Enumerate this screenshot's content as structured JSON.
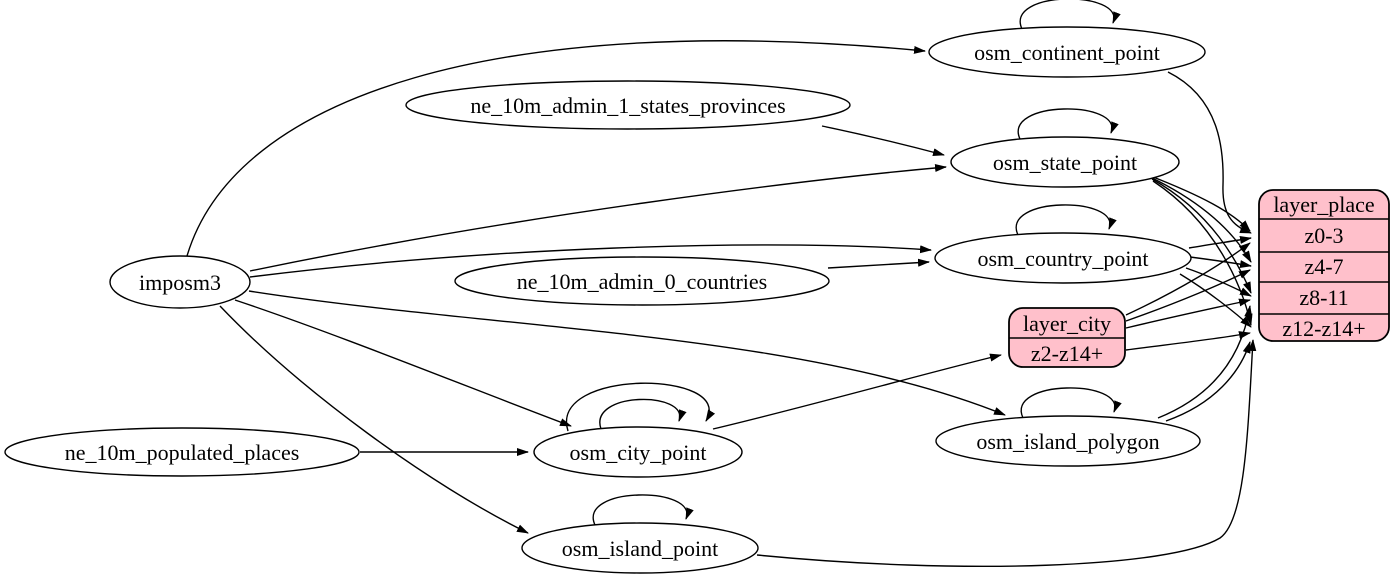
{
  "colors": {
    "background": "#ffffff",
    "node_fill": "#ffffff",
    "record_fill": "#ffc0cb",
    "stroke": "#000000"
  },
  "nodes": {
    "imposm3": {
      "label": "imposm3"
    },
    "ne_10m_admin_1_states_provinces": {
      "label": "ne_10m_admin_1_states_provinces"
    },
    "ne_10m_admin_0_countries": {
      "label": "ne_10m_admin_0_countries"
    },
    "ne_10m_populated_places": {
      "label": "ne_10m_populated_places"
    },
    "osm_continent_point": {
      "label": "osm_continent_point"
    },
    "osm_state_point": {
      "label": "osm_state_point"
    },
    "osm_country_point": {
      "label": "osm_country_point"
    },
    "osm_city_point": {
      "label": "osm_city_point"
    },
    "osm_island_polygon": {
      "label": "osm_island_polygon"
    },
    "osm_island_point": {
      "label": "osm_island_point"
    }
  },
  "records": {
    "layer_place": {
      "title": "layer_place",
      "rows": [
        "z0-3",
        "z4-7",
        "z8-11",
        "z12-z14+"
      ]
    },
    "layer_city": {
      "title": "layer_city",
      "rows": [
        "z2-z14+"
      ]
    }
  },
  "edges": [
    {
      "from": "imposm3",
      "to": "osm_continent_point"
    },
    {
      "from": "imposm3",
      "to": "osm_state_point"
    },
    {
      "from": "imposm3",
      "to": "osm_country_point"
    },
    {
      "from": "imposm3",
      "to": "osm_city_point"
    },
    {
      "from": "imposm3",
      "to": "osm_island_polygon"
    },
    {
      "from": "imposm3",
      "to": "osm_island_point"
    },
    {
      "from": "ne_10m_admin_1_states_provinces",
      "to": "osm_state_point"
    },
    {
      "from": "ne_10m_admin_0_countries",
      "to": "osm_country_point"
    },
    {
      "from": "ne_10m_populated_places",
      "to": "osm_city_point"
    },
    {
      "from": "osm_continent_point",
      "to": "osm_continent_point"
    },
    {
      "from": "osm_state_point",
      "to": "osm_state_point"
    },
    {
      "from": "osm_country_point",
      "to": "osm_country_point"
    },
    {
      "from": "osm_city_point",
      "to": "osm_city_point"
    },
    {
      "from": "osm_city_point",
      "to": "osm_city_point"
    },
    {
      "from": "osm_island_polygon",
      "to": "osm_island_polygon"
    },
    {
      "from": "osm_island_point",
      "to": "osm_island_point"
    },
    {
      "from": "osm_city_point",
      "to": "layer_city",
      "row": "z2-z14+"
    },
    {
      "from": "osm_continent_point",
      "to": "layer_place",
      "row": "z0-3"
    },
    {
      "from": "osm_state_point",
      "to": "layer_place",
      "row": "z0-3"
    },
    {
      "from": "osm_state_point",
      "to": "layer_place",
      "row": "z4-7"
    },
    {
      "from": "osm_state_point",
      "to": "layer_place",
      "row": "z8-11"
    },
    {
      "from": "osm_state_point",
      "to": "layer_place",
      "row": "z12-z14+"
    },
    {
      "from": "osm_country_point",
      "to": "layer_place",
      "row": "z0-3"
    },
    {
      "from": "osm_country_point",
      "to": "layer_place",
      "row": "z4-7"
    },
    {
      "from": "osm_country_point",
      "to": "layer_place",
      "row": "z8-11"
    },
    {
      "from": "osm_country_point",
      "to": "layer_place",
      "row": "z12-z14+"
    },
    {
      "from": "layer_city",
      "to": "layer_place",
      "row": "z0-3"
    },
    {
      "from": "layer_city",
      "to": "layer_place",
      "row": "z4-7"
    },
    {
      "from": "layer_city",
      "to": "layer_place",
      "row": "z8-11"
    },
    {
      "from": "layer_city",
      "to": "layer_place",
      "row": "z12-z14+"
    },
    {
      "from": "osm_island_polygon",
      "to": "layer_place",
      "row": "z8-11"
    },
    {
      "from": "osm_island_polygon",
      "to": "layer_place",
      "row": "z12-z14+"
    },
    {
      "from": "osm_island_point",
      "to": "layer_place",
      "row": "z12-z14+"
    }
  ]
}
